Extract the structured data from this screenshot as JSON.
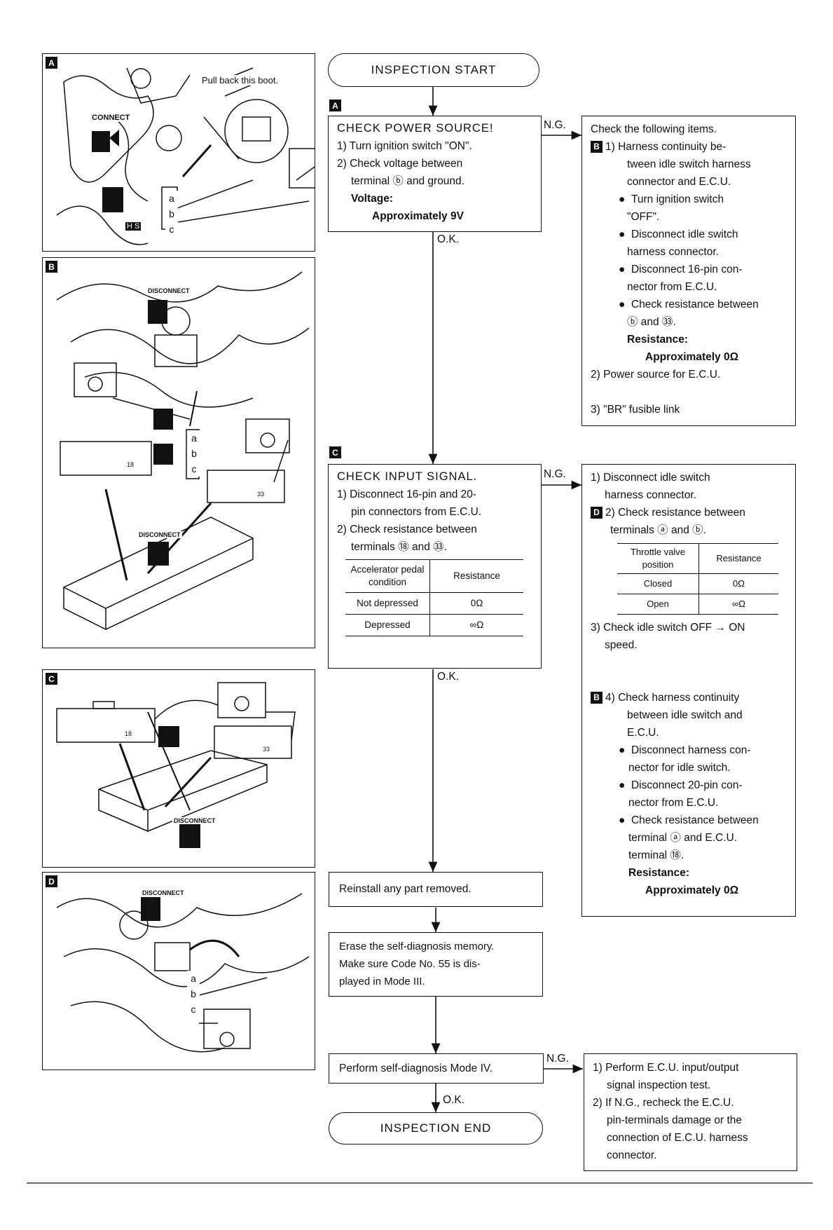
{
  "photos": {
    "A": {
      "tag": "A",
      "caption": "Pull back this boot.",
      "connect": "CONNECT",
      "pins": [
        "a",
        "b",
        "c"
      ],
      "hs": "H S"
    },
    "B": {
      "tag": "B",
      "disconnect": "DISCONNECT",
      "pins": [
        "a",
        "b",
        "c"
      ],
      "connector_18": "18",
      "connector_33": "33"
    },
    "C": {
      "tag": "C",
      "disconnect": "DISCONNECT",
      "connector_18": "18",
      "connector_33": "33"
    },
    "D": {
      "tag": "D",
      "disconnect": "DISCONNECT",
      "pins": [
        "a",
        "b",
        "c"
      ]
    }
  },
  "flow": {
    "start": "INSPECTION START",
    "step_a_tag": "A",
    "step_c_tag": "C",
    "power": {
      "title": "CHECK POWER SOURCE!",
      "line1": "1) Turn ignition switch \"ON\".",
      "line2": "2) Check voltage between",
      "line3": "terminal ⓑ and ground.",
      "voltage_label": "Voltage:",
      "voltage_value": "Approximately 9V"
    },
    "ng1": "N.G.",
    "ok1": "O.K.",
    "items1": {
      "title": "Check the following items.",
      "tag": "B",
      "l1": "1) Harness continuity be-",
      "l2": "tween idle switch harness",
      "l3": "connector and E.C.U.",
      "b1a": "Turn ignition switch",
      "b1b": "\"OFF\".",
      "b2a": "Disconnect idle switch",
      "b2b": "harness connector.",
      "b3a": "Disconnect 16-pin con-",
      "b3b": "nector from E.C.U.",
      "b4a": "Check resistance between",
      "b4b": "ⓑ and ㉝.",
      "res_label": "Resistance:",
      "res_value": "Approximately 0Ω",
      "l4": "2) Power source for E.C.U.",
      "l5": "3) \"BR\" fusible link"
    },
    "input": {
      "title": "CHECK INPUT SIGNAL.",
      "l1": "1) Disconnect 16-pin and 20-",
      "l2": "pin connectors from E.C.U.",
      "l3": "2) Check resistance between",
      "l4": "terminals ⑱ and ㉝.",
      "table_head": [
        "Accelerator pedal condition",
        "Resistance"
      ],
      "table_rows": [
        [
          "Not depressed",
          "0Ω"
        ],
        [
          "Depressed",
          "∞Ω"
        ]
      ]
    },
    "ng2": "N.G.",
    "ok2": "O.K.",
    "items2": {
      "l1": "1) Disconnect idle switch",
      "l2": "harness connector.",
      "tag_d": "D",
      "l3": "2) Check resistance between",
      "l4": "terminals ⓐ and ⓑ.",
      "table_head": [
        "Throttle valve position",
        "Resistance"
      ],
      "table_rows": [
        [
          "Closed",
          "0Ω"
        ],
        [
          "Open",
          "∞Ω"
        ]
      ],
      "l5": "3) Check idle switch OFF → ON",
      "l6": "speed.",
      "tag_b": "B",
      "l7": "4) Check harness continuity",
      "l8": "between idle switch and",
      "l9": "E.C.U.",
      "b1a": "Disconnect harness con-",
      "b1b": "nector for idle switch.",
      "b2a": "Disconnect 20-pin con-",
      "b2b": "nector from E.C.U.",
      "b3a": "Check resistance between",
      "b3b": "terminal ⓐ and E.C.U.",
      "b3c": "terminal ⑱.",
      "res_label": "Resistance:",
      "res_value": "Approximately 0Ω"
    },
    "reinstall": "Reinstall any part removed.",
    "erase": {
      "l1": "Erase the self-diagnosis memory.",
      "l2": "Make sure Code No. 55 is dis-",
      "l3": "played in Mode III."
    },
    "mode4": "Perform self-diagnosis Mode IV.",
    "ng3": "N.G.",
    "ok3": "O.K.",
    "end": "INSPECTION END",
    "items3": {
      "l1": "1) Perform E.C.U. input/output",
      "l2": "signal inspection test.",
      "l3": "2) If N.G., recheck the E.C.U.",
      "l4": "pin-terminals damage or the",
      "l5": "connection of E.C.U. harness",
      "l6": "connector."
    }
  }
}
